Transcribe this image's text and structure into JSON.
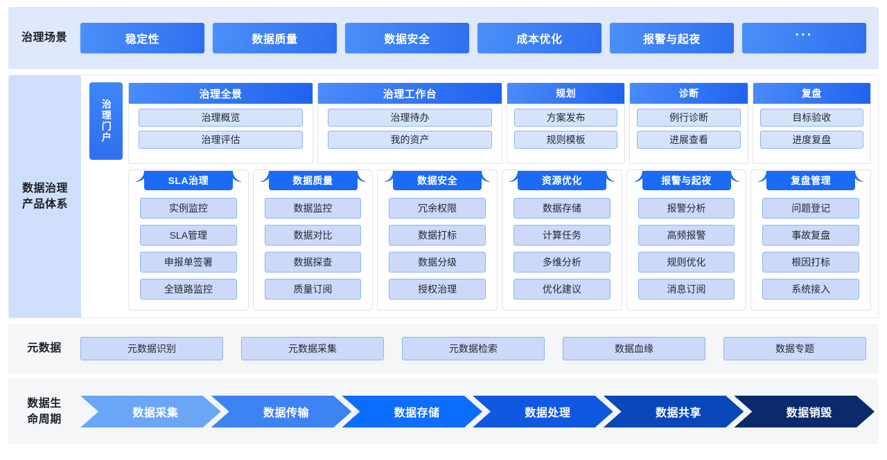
{
  "scenarios": {
    "label": "治理场景",
    "items": [
      {
        "label": "稳定性"
      },
      {
        "label": "数据质量"
      },
      {
        "label": "数据安全"
      },
      {
        "label": "成本优化"
      },
      {
        "label": "报警与起夜"
      },
      {
        "label": "···"
      }
    ]
  },
  "product_system": {
    "label": "数据治理\n产品体系",
    "label_line1": "数据治理",
    "label_line2": "产品体系",
    "portal": {
      "label": "治理门户"
    },
    "capabilities": [
      {
        "title": "治理全景",
        "items": [
          "治理概览",
          "治理评估"
        ]
      },
      {
        "title": "治理工作台",
        "items": [
          "治理待办",
          "我的资产"
        ]
      },
      {
        "title": "规划",
        "items": [
          "方案发布",
          "规则模板"
        ]
      },
      {
        "title": "诊断",
        "items": [
          "例行诊断",
          "进展查看"
        ]
      },
      {
        "title": "复盘",
        "items": [
          "目标验收",
          "进度复盘"
        ]
      }
    ],
    "modules": [
      {
        "title": "SLA治理",
        "items": [
          "实例监控",
          "SLA管理",
          "申报单签署",
          "全链路监控"
        ]
      },
      {
        "title": "数据质量",
        "items": [
          "数据监控",
          "数据对比",
          "数据探查",
          "质量订阅"
        ]
      },
      {
        "title": "数据安全",
        "items": [
          "冗余权限",
          "数据打标",
          "数据分级",
          "授权治理"
        ]
      },
      {
        "title": "资源优化",
        "items": [
          "数据存储",
          "计算任务",
          "多维分析",
          "优化建议"
        ]
      },
      {
        "title": "报警与起夜",
        "items": [
          "报警分析",
          "高频报警",
          "规则优化",
          "消息订阅"
        ]
      },
      {
        "title": "复盘管理",
        "items": [
          "问题登记",
          "事故复盘",
          "根因打标",
          "系统接入"
        ]
      }
    ]
  },
  "metadata": {
    "label": "元数据",
    "items": [
      {
        "label": "元数据识别"
      },
      {
        "label": "元数据采集"
      },
      {
        "label": "元数据检索"
      },
      {
        "label": "数据血缘"
      },
      {
        "label": "数据专题"
      }
    ]
  },
  "lifecycle": {
    "label_line1": "数据生",
    "label_line2": "命周期",
    "stages": [
      {
        "label": "数据采集",
        "color": "#6aa6f5"
      },
      {
        "label": "数据传输",
        "color": "#3d83f2"
      },
      {
        "label": "数据存储",
        "color": "#0d6efd"
      },
      {
        "label": "数据处理",
        "color": "#1158e0"
      },
      {
        "label": "数据共享",
        "color": "#0a47b8"
      },
      {
        "label": "数据销毁",
        "color": "#0a2a6b"
      }
    ]
  },
  "colors": {
    "scenario_band_bg": "#e0e8fb",
    "product_label_bg": "#cfdffb",
    "neutral_band_bg": "#f5f6f8",
    "accent_blue": "#1a6bf5",
    "pill_fill": "#ccd9f8",
    "pill_border": "#8fb3f0"
  }
}
